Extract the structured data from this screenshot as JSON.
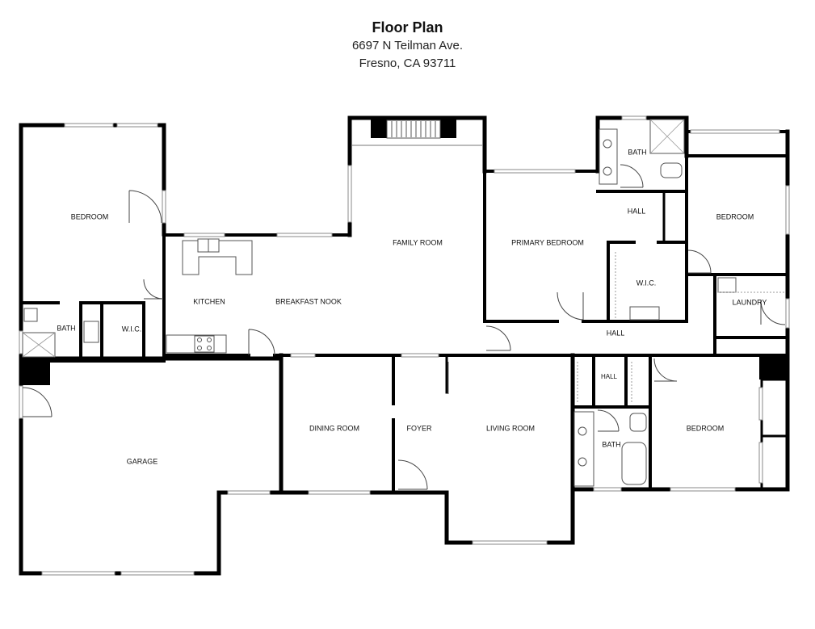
{
  "header": {
    "title": "Floor Plan",
    "address_line1": "6697 N Teilman Ave.",
    "address_line2": "Fresno, CA 93711"
  },
  "rooms": {
    "bedroom_left": "BEDROOM",
    "bath_left": "BATH",
    "wic_left": "W.I.C.",
    "kitchen": "KITCHEN",
    "breakfast_nook": "BREAKFAST NOOK",
    "family_room": "FAMILY ROOM",
    "primary_bedroom": "PRIMARY BEDROOM",
    "bath_primary": "BATH",
    "hall_primary": "HALL",
    "wic_primary": "W.I.C.",
    "bedroom_upper_right": "BEDROOM",
    "laundry": "LAUNDRY",
    "hall_main": "HALL",
    "hall_small": "HALL",
    "garage": "GARAGE",
    "dining_room": "DINING ROOM",
    "foyer": "FOYER",
    "living_room": "LIVING ROOM",
    "bath_right": "BATH",
    "bedroom_lower_right": "BEDROOM"
  }
}
